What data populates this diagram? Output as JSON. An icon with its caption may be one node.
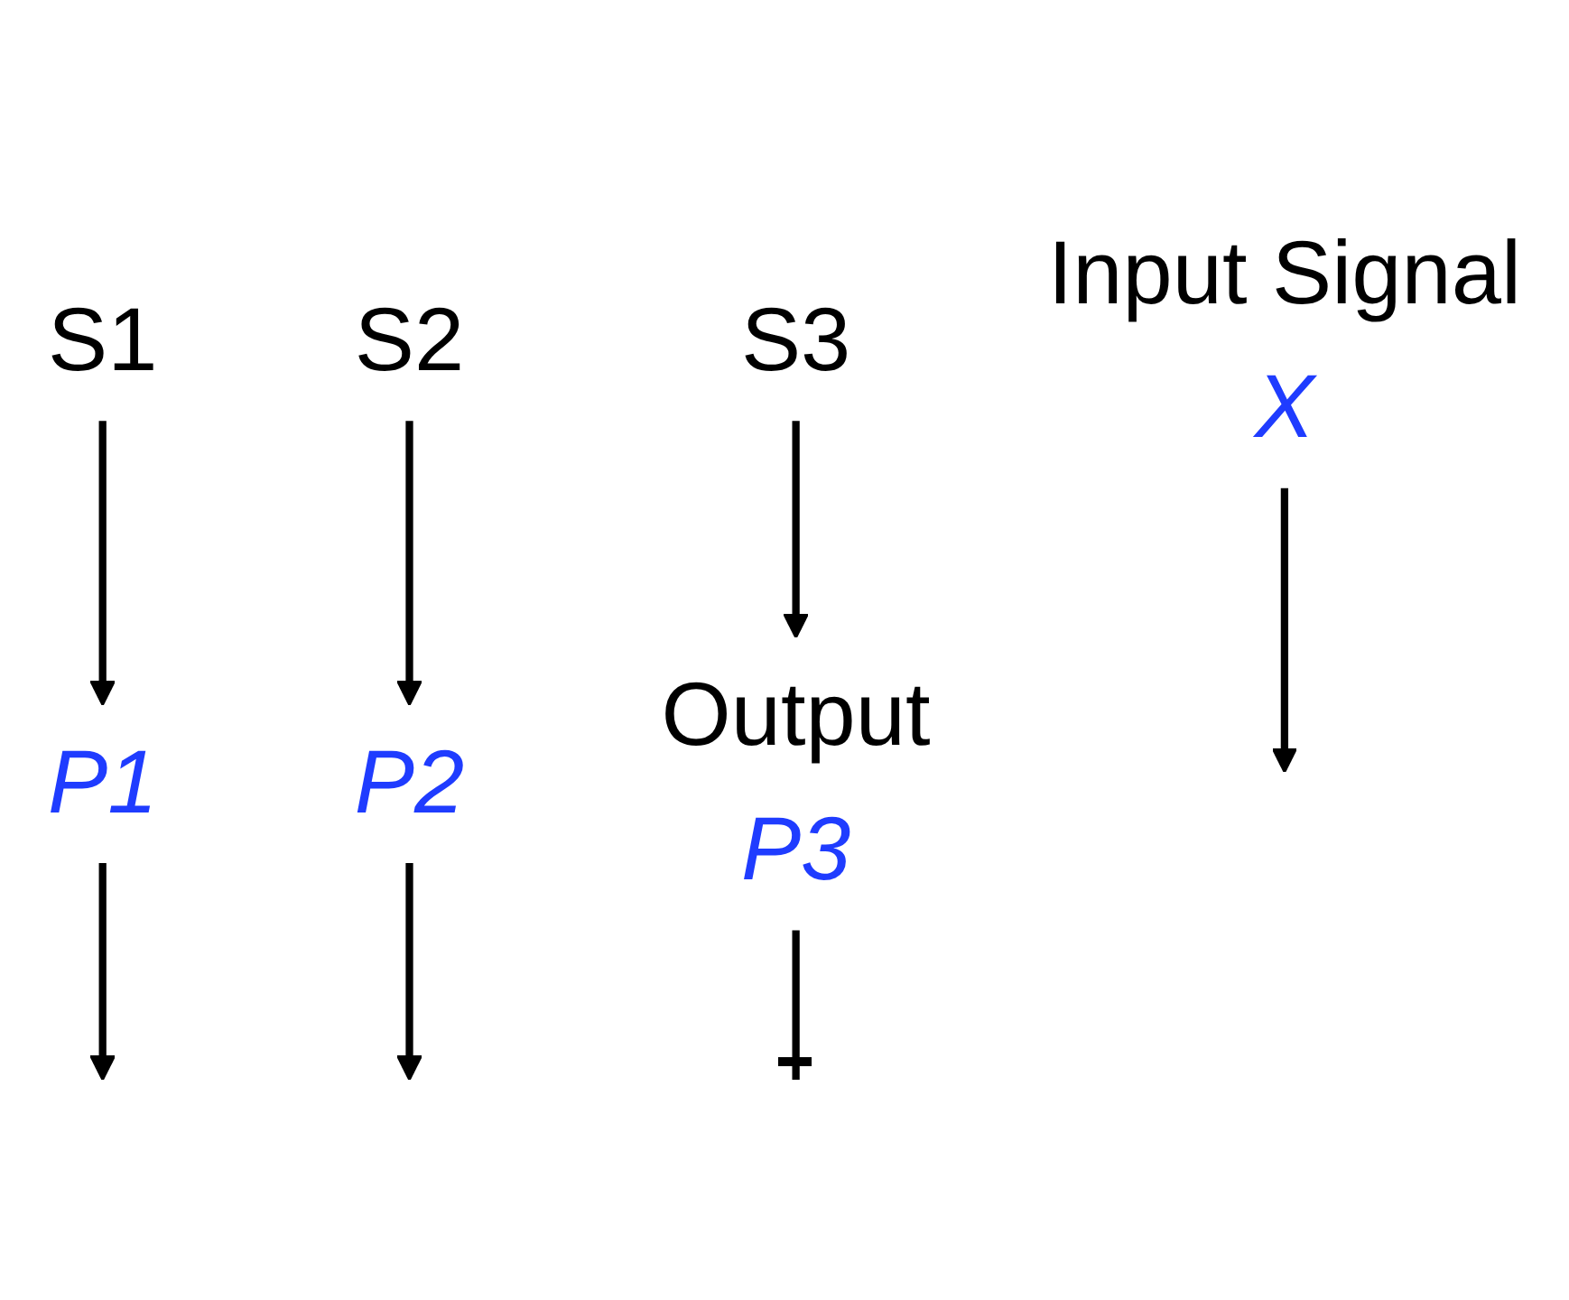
{
  "diagram": {
    "nodes": [
      {
        "text": [
          "X"
        ],
        "beside": [
          "Input Signal"
        ]
      },
      {
        "text": [
          "S1"
        ]
      },
      {
        "text": [
          "P1"
        ]
      },
      {
        "text": [
          "S2"
        ]
      },
      {
        "text": [
          "P2"
        ]
      },
      {
        "text": [
          "S3"
        ]
      },
      {
        "text": [
          "P3"
        ],
        "beside": [
          "Output"
        ]
      }
    ],
    "edges": [
      {
        "from": 0,
        "to": null,
        "arrow": "to"
      },
      {
        "from": 1,
        "to": 2,
        "arrow": "to"
      },
      {
        "from": 2,
        "to": null,
        "arrow": "to"
      },
      {
        "from": 3,
        "to": 4,
        "arrow": "to"
      },
      {
        "from": 4,
        "to": null,
        "arrow": "to"
      },
      {
        "from": 5,
        "to": 6,
        "arrow": "to"
      },
      {
        "from": 6,
        "to": null,
        "arrow": "other"
      }
    ]
  }
}
